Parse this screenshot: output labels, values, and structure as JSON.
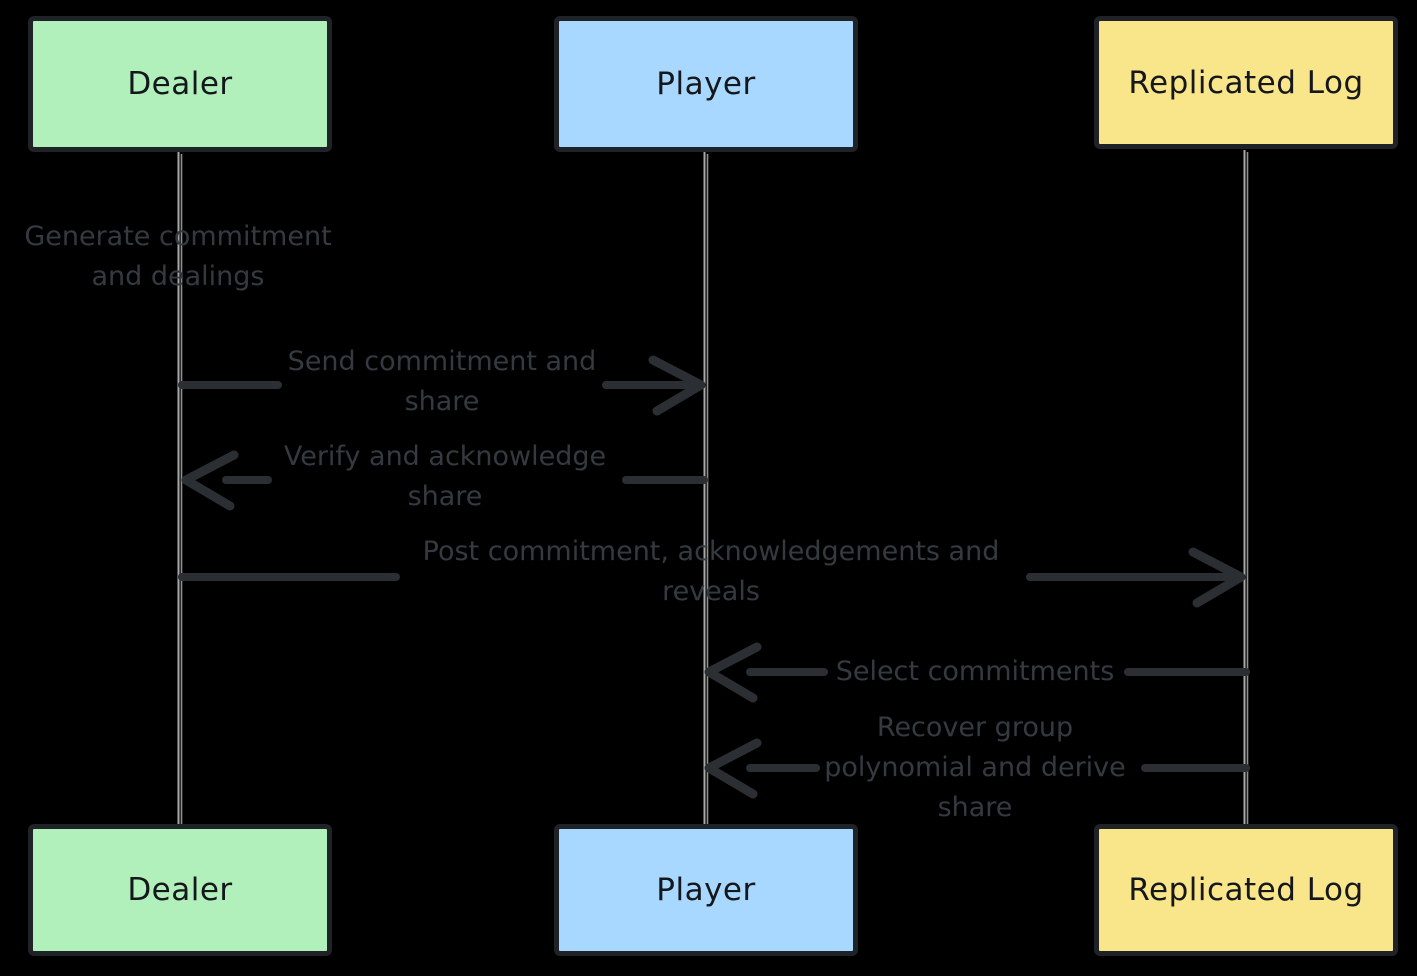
{
  "diagram": {
    "type": "sequence-diagram",
    "style": "hand-drawn",
    "background_color": "#000000",
    "actors": [
      {
        "id": "dealer",
        "label": "Dealer",
        "fill": "#b1f0ba"
      },
      {
        "id": "player",
        "label": "Player",
        "fill": "#a8d8ff"
      },
      {
        "id": "replicated-log",
        "label": "Replicated Log",
        "fill": "#f9e58a"
      }
    ],
    "messages": [
      {
        "from": "dealer",
        "to": "dealer",
        "arrow": "none",
        "text": "Generate commitment and dealings",
        "lines": [
          "Generate commitment",
          "and dealings"
        ]
      },
      {
        "from": "dealer",
        "to": "player",
        "arrow": "right",
        "text": "Send commitment and share",
        "lines": [
          "Send commitment and",
          "share"
        ]
      },
      {
        "from": "player",
        "to": "dealer",
        "arrow": "left",
        "text": "Verify and acknowledge share",
        "lines": [
          "Verify and acknowledge",
          "share"
        ]
      },
      {
        "from": "dealer",
        "to": "replicated-log",
        "arrow": "right",
        "text": "Post commitment, acknowledgements and reveals",
        "lines": [
          "Post commitment, acknowledgements and",
          "reveals"
        ]
      },
      {
        "from": "replicated-log",
        "to": "player",
        "arrow": "left",
        "text": "Select commitments",
        "lines": [
          "Select commitments"
        ]
      },
      {
        "from": "replicated-log",
        "to": "player",
        "arrow": "left",
        "text": "Recover group polynomial and derive share",
        "lines": [
          "Recover group",
          "polynomial and derive",
          "share"
        ]
      }
    ],
    "colors": {
      "background": "#000000",
      "actor_border": "#1f2227",
      "actor_text": "#14171b",
      "dealer_fill": "#b1f0ba",
      "player_fill": "#a8d8ff",
      "replicated_log_fill": "#f9e58a",
      "lifeline": "#9e9e9e",
      "arrow": "#2b2f34",
      "message_text": "#343a40"
    }
  }
}
